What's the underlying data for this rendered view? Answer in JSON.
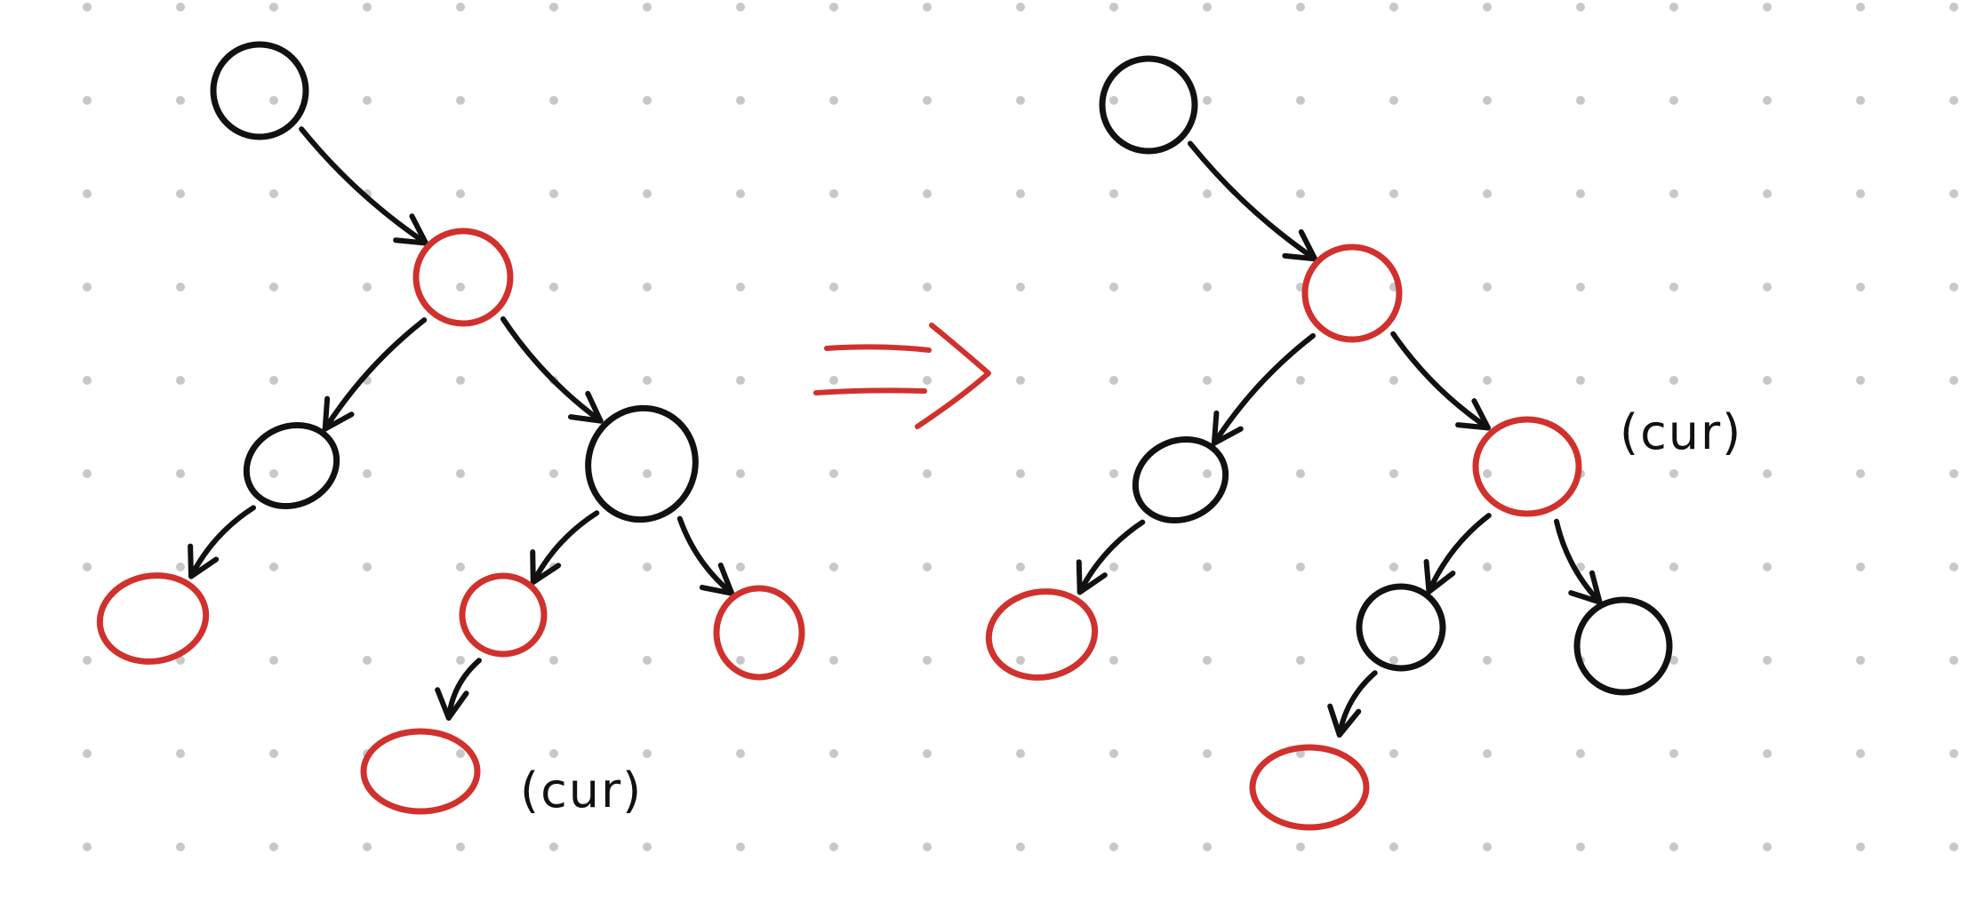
{
  "colors": {
    "ink": "#111111",
    "highlight": "#d0312d",
    "grid_dot": "#c8c8c8",
    "background": "#ffffff"
  },
  "labels": {
    "before_cur": "(cur)",
    "after_cur": "(cur)"
  },
  "trees": {
    "before": {
      "nodes": [
        {
          "id": "root",
          "highlighted": false
        },
        {
          "id": "n2",
          "highlighted": true
        },
        {
          "id": "n3",
          "highlighted": false
        },
        {
          "id": "n4",
          "highlighted": false
        },
        {
          "id": "n5",
          "highlighted": true
        },
        {
          "id": "n6",
          "highlighted": true
        },
        {
          "id": "n7",
          "highlighted": true
        },
        {
          "id": "n8",
          "highlighted": true
        }
      ],
      "edges": [
        [
          "root",
          "n2"
        ],
        [
          "n2",
          "n3"
        ],
        [
          "n2",
          "n4"
        ],
        [
          "n3",
          "n5"
        ],
        [
          "n4",
          "n6"
        ],
        [
          "n4",
          "n7"
        ],
        [
          "n6",
          "n8"
        ]
      ],
      "cur_node": "n8"
    },
    "after": {
      "nodes": [
        {
          "id": "root",
          "highlighted": false
        },
        {
          "id": "n2",
          "highlighted": true
        },
        {
          "id": "n3",
          "highlighted": false
        },
        {
          "id": "n4",
          "highlighted": true
        },
        {
          "id": "n5",
          "highlighted": true
        },
        {
          "id": "n6",
          "highlighted": false
        },
        {
          "id": "n7",
          "highlighted": false
        },
        {
          "id": "n8",
          "highlighted": true
        }
      ],
      "edges": [
        [
          "root",
          "n2"
        ],
        [
          "n2",
          "n3"
        ],
        [
          "n2",
          "n4"
        ],
        [
          "n3",
          "n5"
        ],
        [
          "n4",
          "n6"
        ],
        [
          "n4",
          "n7"
        ],
        [
          "n6",
          "n8"
        ]
      ],
      "cur_node": "n4"
    }
  }
}
